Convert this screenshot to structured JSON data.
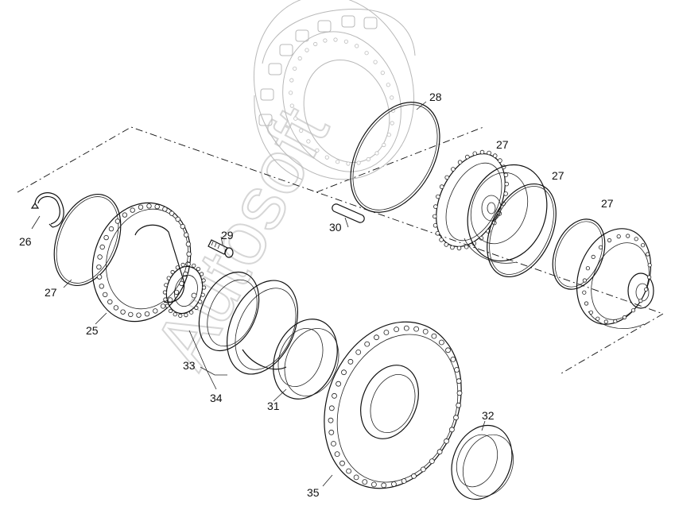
{
  "callouts": {
    "c25": "25",
    "c26": "26",
    "c27a": "27",
    "c27b": "27",
    "c27c": "27",
    "c27d": "27",
    "c28": "28",
    "c29": "29",
    "c30": "30",
    "c31": "31",
    "c32": "32",
    "c33": "33",
    "c34": "34",
    "c35": "35"
  },
  "watermark": {
    "text": "Autosoft"
  }
}
